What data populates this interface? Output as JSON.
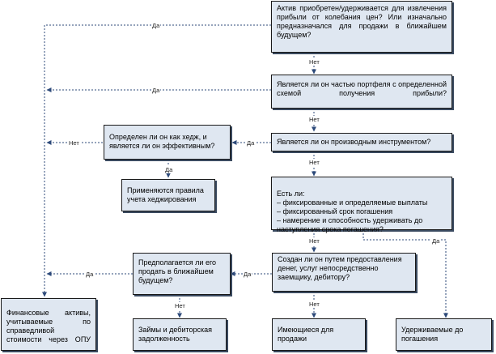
{
  "nodes": {
    "q_trading": "Актив приобретен/удерживается для извлечения прибыли от колебания цен? Или изначально предназначался для продажи в ближайшем будущем?",
    "q_portfolio": "Является ли он частью портфеля с определенной схемой получения прибыли?",
    "q_derivative": "Является ли он производным инструментом?",
    "q_hedge": "Определен ли он как хедж, и является ли он эффективным?",
    "hedge_rules": "Применяются правила учета хеджирования",
    "q_htm": "Есть ли:\n– фиксированные и определяемые выплаты\n– фиксированный срок погашения\n– намерение и способность удерживать до наступления срока погашения?",
    "q_loans": "Создан ли он путем предоставления денег, услуг непосредственно заемщику, дебитору?",
    "q_sell": "Предполагается ли его продать в ближайшем будущем?",
    "fvpl": "Финансовые активы, учитываемые по справедливой стоимости через ОПУ",
    "loans": "Займы и дебиторская задолженность",
    "afs": "Имеющиеся для продажи",
    "htm": "Удерживаемые до погашения"
  },
  "labels": {
    "yes": "Да",
    "no": "Нет"
  },
  "colors": {
    "box_fill": "#dfe7f1",
    "box_border": "#1a1a1a",
    "edge": "#2d4a7a"
  }
}
